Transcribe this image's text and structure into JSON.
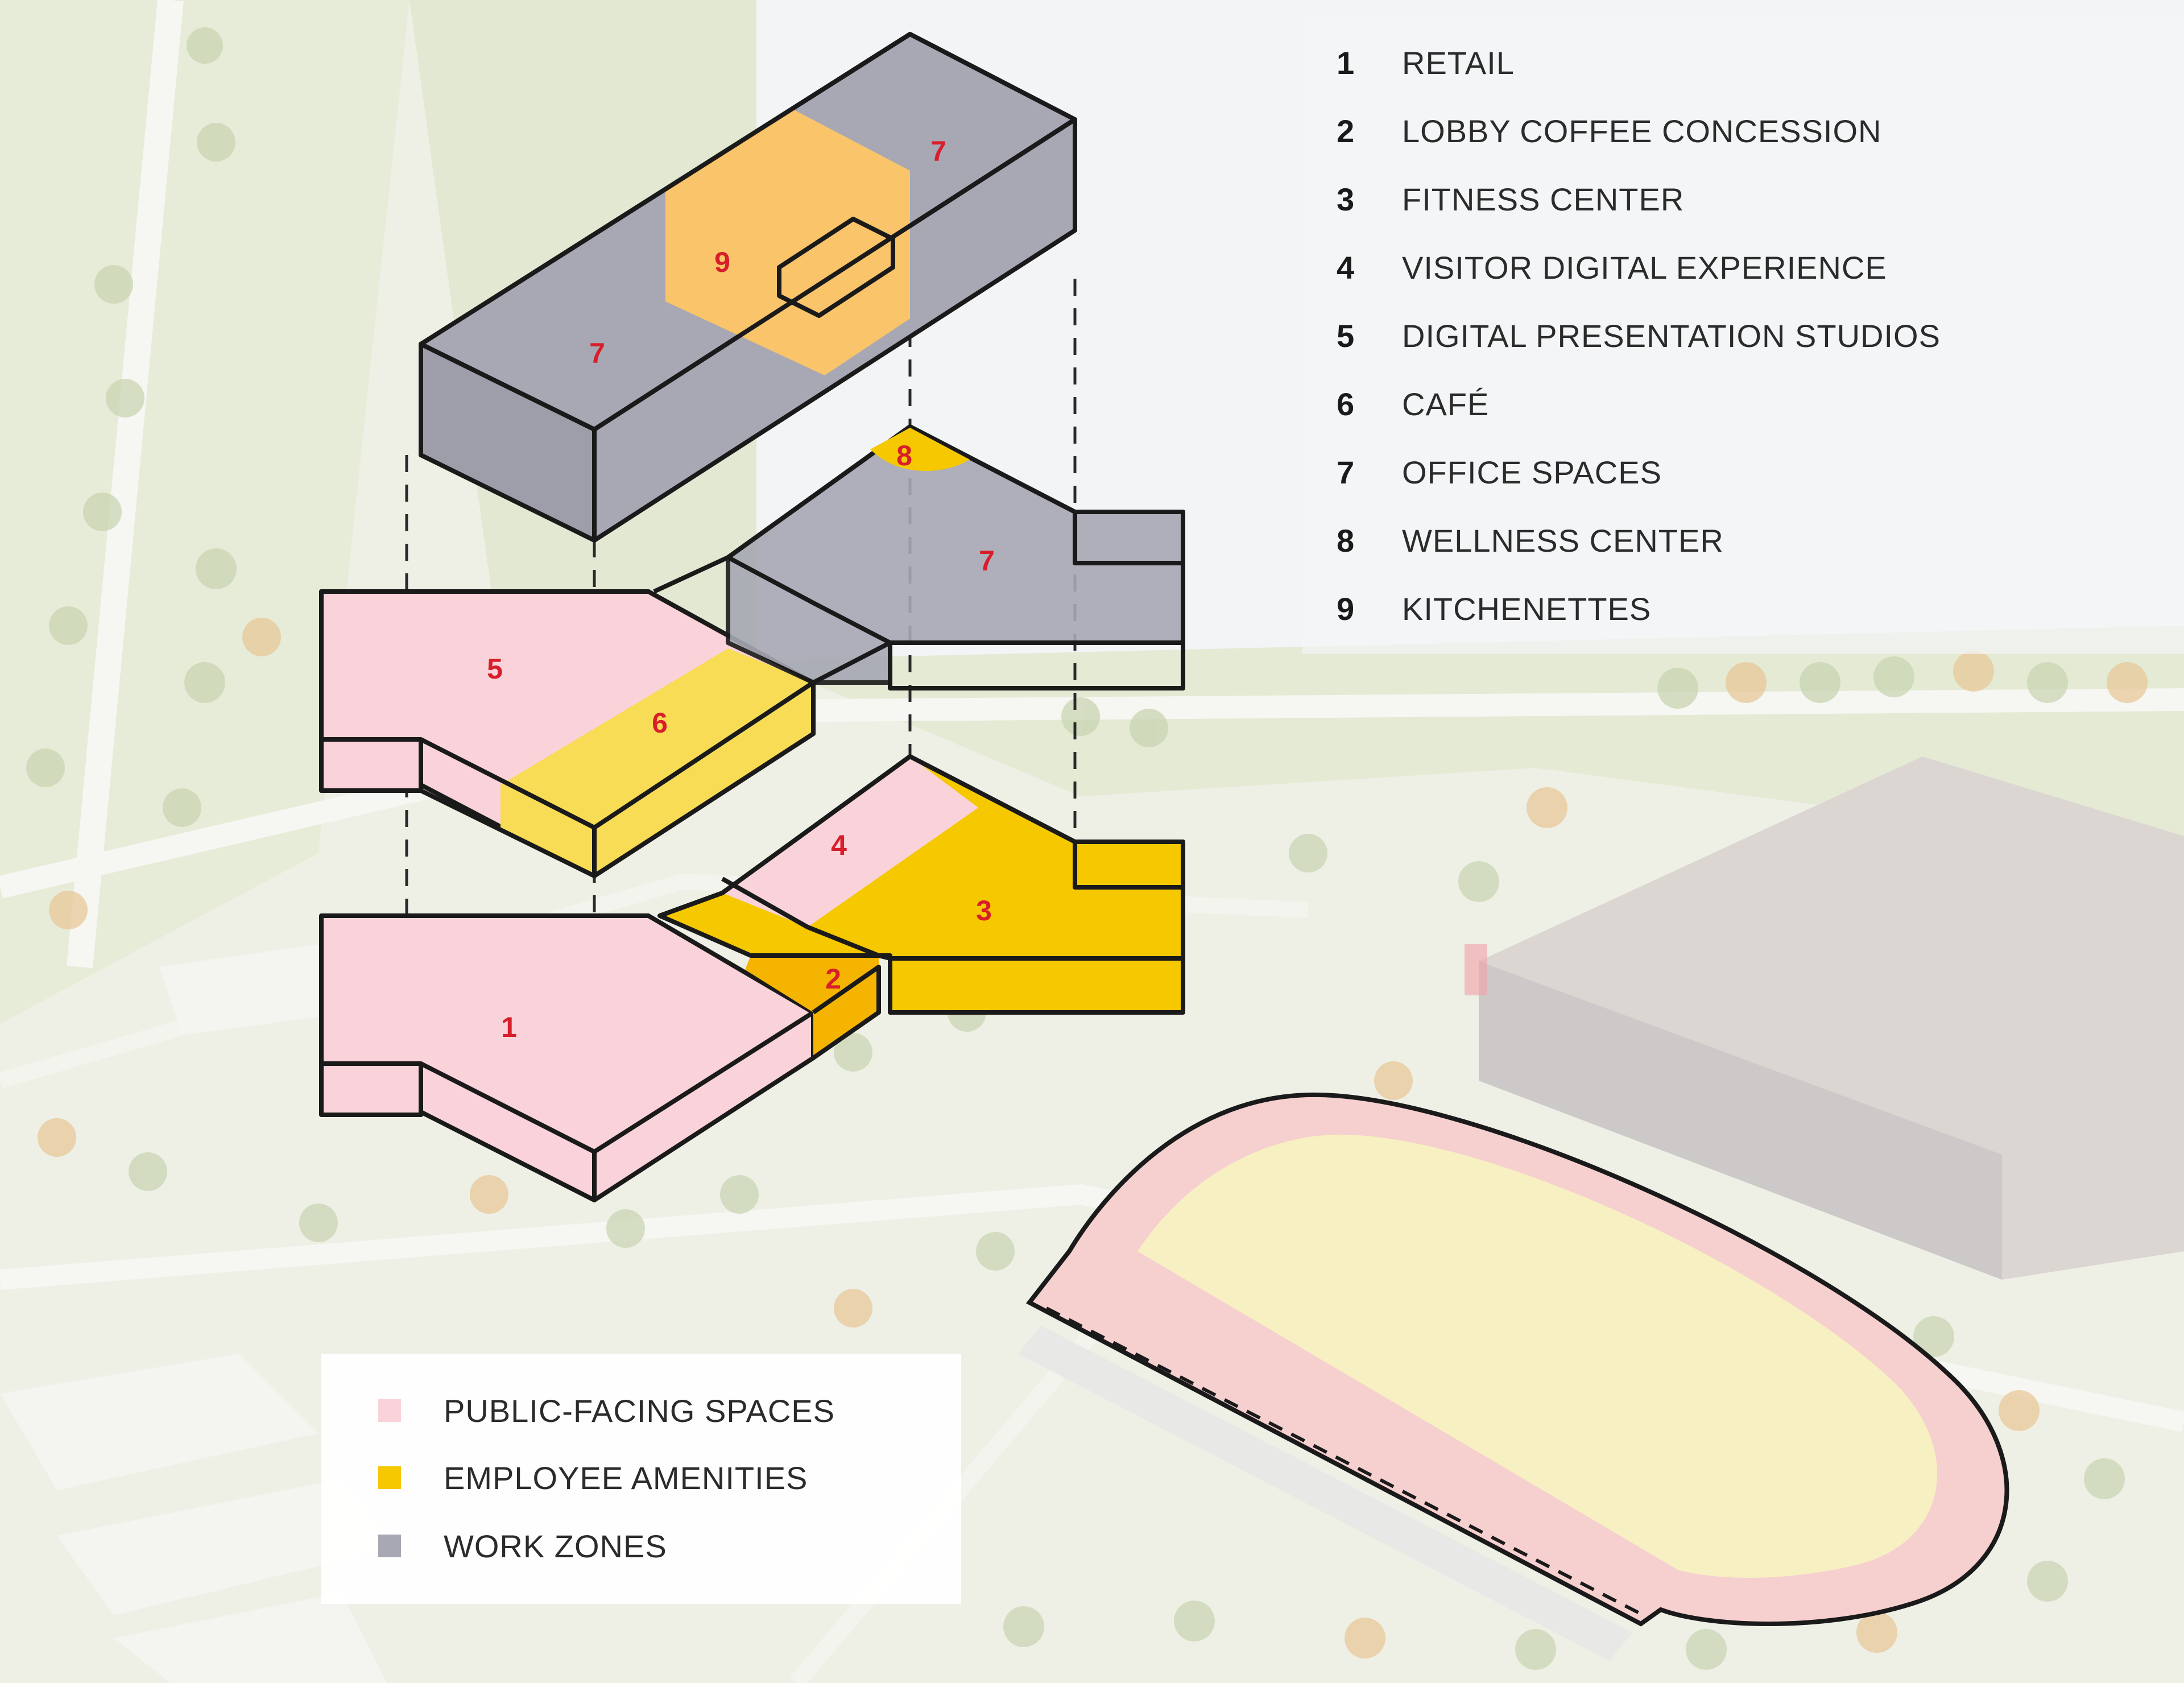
{
  "colors": {
    "public": "#f9d3d9",
    "amenity": "#f5c800",
    "amenity_light": "#f8dc55",
    "amenity_orange": "#f5b400",
    "kitchenette": "#f9c46a",
    "work": "#a7a8b4",
    "work_light": "#b9bac6",
    "label_red": "#d81e2a",
    "outline": "#1a1a1a"
  },
  "key": [
    {
      "num": "1",
      "label": "RETAIL"
    },
    {
      "num": "2",
      "label": "LOBBY COFFEE CONCESSION"
    },
    {
      "num": "3",
      "label": "FITNESS CENTER"
    },
    {
      "num": "4",
      "label": "VISITOR DIGITAL EXPERIENCE"
    },
    {
      "num": "5",
      "label": "DIGITAL PRESENTATION STUDIOS"
    },
    {
      "num": "6",
      "label": "CAFÉ"
    },
    {
      "num": "7",
      "label": "OFFICE SPACES"
    },
    {
      "num": "8",
      "label": "WELLNESS CENTER"
    },
    {
      "num": "9",
      "label": "KITCHENETTES"
    }
  ],
  "legend": [
    {
      "label": "PUBLIC-FACING SPACES",
      "color": "#f9d3d9"
    },
    {
      "label": "EMPLOYEE AMENITIES",
      "color": "#f5c800"
    },
    {
      "label": "WORK ZONES",
      "color": "#a7a8b4"
    }
  ],
  "zone_labels": [
    "1",
    "2",
    "3",
    "4",
    "5",
    "6",
    "7",
    "7",
    "7",
    "8",
    "9"
  ]
}
